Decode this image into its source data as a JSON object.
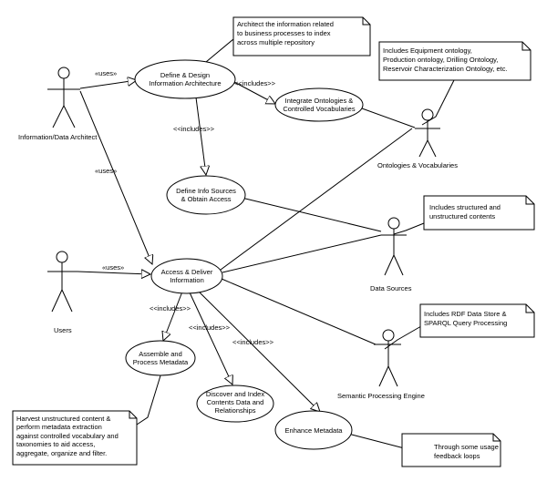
{
  "actors": {
    "architect": "Information/Data Architect",
    "users": "Users",
    "ontologies": "Ontologies & Vocabularies",
    "data_sources": "Data Sources",
    "semantic_engine": "Semantic Processing Engine"
  },
  "use_cases": {
    "define_design": [
      "Define & Design",
      "Information Architecture"
    ],
    "integrate": [
      "Integrate Ontologies &",
      "Controlled Vocabularies"
    ],
    "define_sources": [
      "Define Info Sources",
      "& Obtain Access"
    ],
    "access_deliver": [
      "Access & Deliver",
      "Information"
    ],
    "assemble": [
      "Assemble and",
      "Process Metadata"
    ],
    "discover": [
      "Discover and Index",
      "Contents Data and",
      "Relationships"
    ],
    "enhance": [
      "Enhance Metadata"
    ]
  },
  "relations": {
    "uses": "«uses»",
    "includes": "<<includes>>",
    "includes_alt": "<<includes>>"
  },
  "notes": {
    "architect_note": [
      "Architect the information related",
      "to business processes to index",
      "across multiple repository"
    ],
    "ontology_note": [
      "Includes Equipment ontology,",
      "Production ontology, Drilling Ontology,",
      "Reservoir Characterization Ontology, etc."
    ],
    "sources_note": [
      "Includes structured and",
      "unstructured contents"
    ],
    "engine_note": [
      "Includes RDF Data Store &",
      "SPARQL Query Processing"
    ],
    "harvest_note": [
      "Harvest unstructured content &",
      "perform metadata extraction",
      "against controlled vocabulary and",
      "taxonomies to aid access,",
      "aggregate, organize and filter."
    ],
    "feedback_note": [
      "Through some usage",
      "feedback loops"
    ]
  }
}
